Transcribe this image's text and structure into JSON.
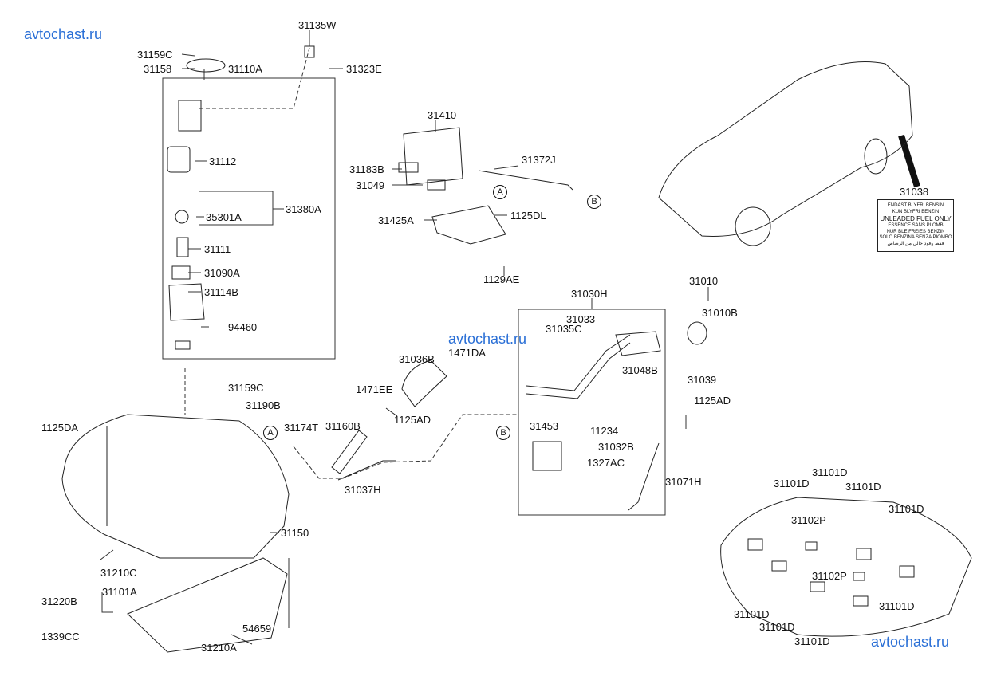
{
  "watermarks": [
    "avtochast.ru",
    "avtochast.ru",
    "avtochast.ru"
  ],
  "ref_markers": [
    "A",
    "B",
    "A",
    "B"
  ],
  "part_labels": {
    "p31135W": "31135W",
    "p31159C_top": "31159C",
    "p31158": "31158",
    "p31110A": "31110A",
    "p31323E": "31323E",
    "p31112": "31112",
    "p31380A": "31380A",
    "p35301A": "35301A",
    "p31111": "31111",
    "p31090A": "31090A",
    "p31114B": "31114B",
    "p94460": "94460",
    "p31410": "31410",
    "p31372J": "31372J",
    "p31183B": "31183B",
    "p31049": "31049",
    "p31425A": "31425A",
    "p1125DL": "1125DL",
    "p1129AE": "1129AE",
    "p31038": "31038",
    "p31010": "31010",
    "p31010B": "31010B",
    "p31030H": "31030H",
    "p31033": "31033",
    "p31035C": "31035C",
    "p31048B": "31048B",
    "p31039": "31039",
    "p1125AD_right": "1125AD",
    "p31036B": "31036B",
    "p1471DA": "1471DA",
    "p1471EE": "1471EE",
    "p1125AD_mid": "1125AD",
    "p31453": "31453",
    "p11234": "11234",
    "p31032B": "31032B",
    "p1327AC": "1327AC",
    "p31071H": "31071H",
    "p31159C_mid": "31159C",
    "p31190B": "31190B",
    "p31174T": "31174T",
    "p31160B": "31160B",
    "p31037H": "31037H",
    "p1125DA": "1125DA",
    "p31150": "31150",
    "p31210C": "31210C",
    "p31220B": "31220B",
    "p31101A": "31101A",
    "p1339CC": "1339CC",
    "p54659": "54659",
    "p31210A": "31210A",
    "p31101D_1": "31101D",
    "p31101D_2": "31101D",
    "p31101D_3": "31101D",
    "p31101D_4": "31101D",
    "p31102P_1": "31102P",
    "p31102P_2": "31102P",
    "p31101D_5": "31101D",
    "p31101D_6": "31101D",
    "p31101D_7": "31101D",
    "p31101D_8": "31101D"
  },
  "fuel_label_card": [
    "ENDAST BLYFRI BENSIN",
    "KUN BLYFRI BENZIN",
    "UNLEADED FUEL ONLY",
    "ESSENCE SANS PLOMB",
    "NUR BLEIFREIES BENZIN",
    "SOLO BENZINA SENZA PIOMBO",
    "فقط وقود خالي من الرصاص"
  ]
}
